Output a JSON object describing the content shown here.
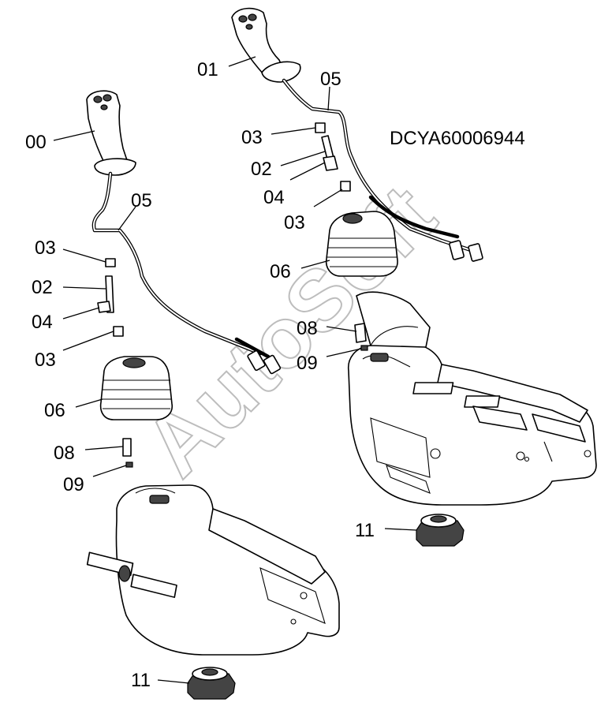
{
  "diagram": {
    "code": "DCYA60006944",
    "watermark": "AutoSoft",
    "callouts": {
      "left_handle": "00",
      "right_handle": "01",
      "left_pin_top": "03",
      "left_rod": "02",
      "left_bracket": "04",
      "left_pin_bottom": "03",
      "left_cable": "05",
      "left_boot": "06",
      "left_bolt": "08",
      "left_washer": "09",
      "left_mount": "11",
      "right_cable": "05",
      "right_pin_top": "03",
      "right_rod": "02",
      "right_bracket": "04",
      "right_pin_bottom": "03",
      "right_boot": "06",
      "right_bolt": "08",
      "right_washer": "09",
      "right_mount": "11"
    }
  }
}
